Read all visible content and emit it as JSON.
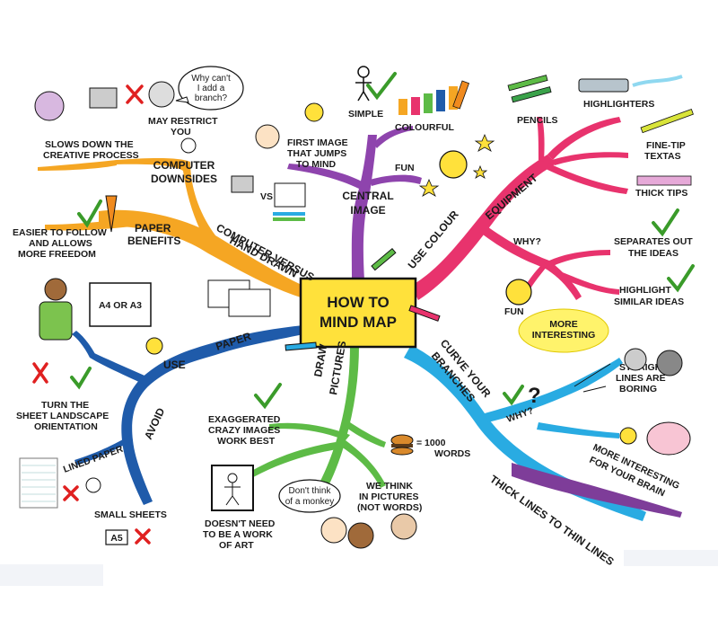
{
  "center": {
    "line1": "HOW TO",
    "line2": "MIND MAP"
  },
  "branches": {
    "computer": {
      "line1": "COMPUTER VERSUS",
      "line2": "HAND DRAWN"
    },
    "central_image": {
      "line1": "CENTRAL",
      "line2": "IMAGE"
    },
    "use_colour": "USE COLOUR",
    "equipment": "EQUIPMENT",
    "curve": {
      "line1": "CURVE YOUR",
      "line2": "BRANCHES"
    },
    "draw": {
      "line1": "DRAW",
      "line2": "PICTURES"
    },
    "paper": "PAPER",
    "use": "USE",
    "avoid": "AVOID",
    "paper_benefits": {
      "line1": "PAPER",
      "line2": "BENEFITS"
    },
    "computer_downsides": {
      "line1": "COMPUTER",
      "line2": "DOWNSIDES"
    },
    "why_colour": "WHY?",
    "why_curve": "WHY?",
    "thick_thin": "THICK LINES TO THIN LINES"
  },
  "labels": {
    "slows_down": {
      "line1": "SLOWS DOWN THE",
      "line2": "CREATIVE PROCESS"
    },
    "may_restrict": {
      "line1": "MAY RESTRICT",
      "line2": "YOU"
    },
    "bubble_branch": {
      "line1": "Why can't",
      "line2": "I add a",
      "line3": "branch?"
    },
    "easier": {
      "line1": "EASIER TO FOLLOW",
      "line2": "AND ALLOWS",
      "line3": "MORE FREEDOM"
    },
    "vs": "VS",
    "simple": "SIMPLE",
    "colourful": "COLOURFUL",
    "fun_central": "FUN",
    "first_image": {
      "line1": "FIRST IMAGE",
      "line2": "THAT JUMPS",
      "line3": "TO MIND"
    },
    "pencils": "PENCILS",
    "highlighters": "HIGHLIGHTERS",
    "fine_tip": {
      "line1": "FINE-TIP",
      "line2": "TEXTAS"
    },
    "thick_tips": "THICK TIPS",
    "separates": {
      "line1": "SEPARATES OUT",
      "line2": "THE IDEAS"
    },
    "highlight_similar": {
      "line1": "HIGHLIGHT",
      "line2": "SIMILAR IDEAS"
    },
    "fun_colour": "FUN",
    "more_interesting": {
      "line1": "MORE",
      "line2": "INTERESTING"
    },
    "a4_a3": "A4 OR A3",
    "landscape": {
      "line1": "TURN THE",
      "line2": "SHEET LANDSCAPE",
      "line3": "ORIENTATION"
    },
    "lined_paper": "LINED PAPER",
    "small_sheets": "SMALL SHEETS",
    "a5": "A5",
    "exaggerated": {
      "line1": "EXAGGERATED",
      "line2": "CRAZY IMAGES",
      "line3": "WORK BEST"
    },
    "doesnt_need": {
      "line1": "DOESN'T NEED",
      "line2": "TO BE A WORK",
      "line3": "OF ART"
    },
    "bubble_monkey": {
      "line1": "Don't think",
      "line2": "of a monkey"
    },
    "we_think": {
      "line1": "WE THINK",
      "line2": "IN PICTURES",
      "line3": "(NOT WORDS)"
    },
    "thousand_words": {
      "line1": "= 1000",
      "line2": "WORDS"
    },
    "straight_lines": {
      "line1": "STRAIGHT",
      "line2": "LINES ARE",
      "line3": "BORING"
    },
    "more_interesting_brain": {
      "line1": "MORE INTERESTING",
      "line2": "FOR YOUR BRAIN"
    }
  },
  "colors": {
    "orange": "#F5A623",
    "purple": "#8E44AD",
    "pink": "#E8336D",
    "blue_light": "#29ABE2",
    "green": "#5DBB46",
    "blue_dark": "#1F5BAA",
    "center_fill": "#FFE13B"
  }
}
